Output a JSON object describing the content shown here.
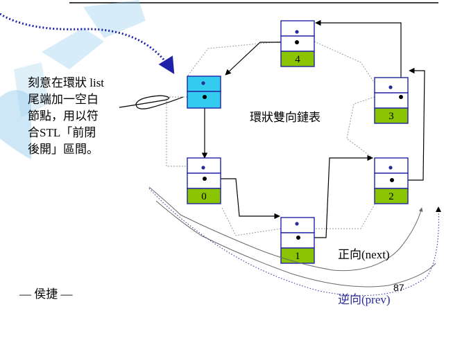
{
  "diagram_title": "環狀雙向鏈表",
  "annotation_lines": [
    "刻意在環狀 list",
    "尾端加一空白",
    "節點，用以符",
    "合STL「前閉",
    "後開」區間。"
  ],
  "nodes": [
    "4",
    "3",
    "2",
    "1",
    "0"
  ],
  "forward_label": "正向(next)",
  "backward_label": "逆向(prev)",
  "page_number": "87",
  "author": "— 侯捷 —",
  "colors": {
    "data_box": "#8bc400",
    "empty_node": "#33ccee",
    "node_border": "#1f22a8",
    "arrow": "#000000",
    "dotted_link": "#9a9a9a",
    "blue_text": "#2a2a9a"
  }
}
